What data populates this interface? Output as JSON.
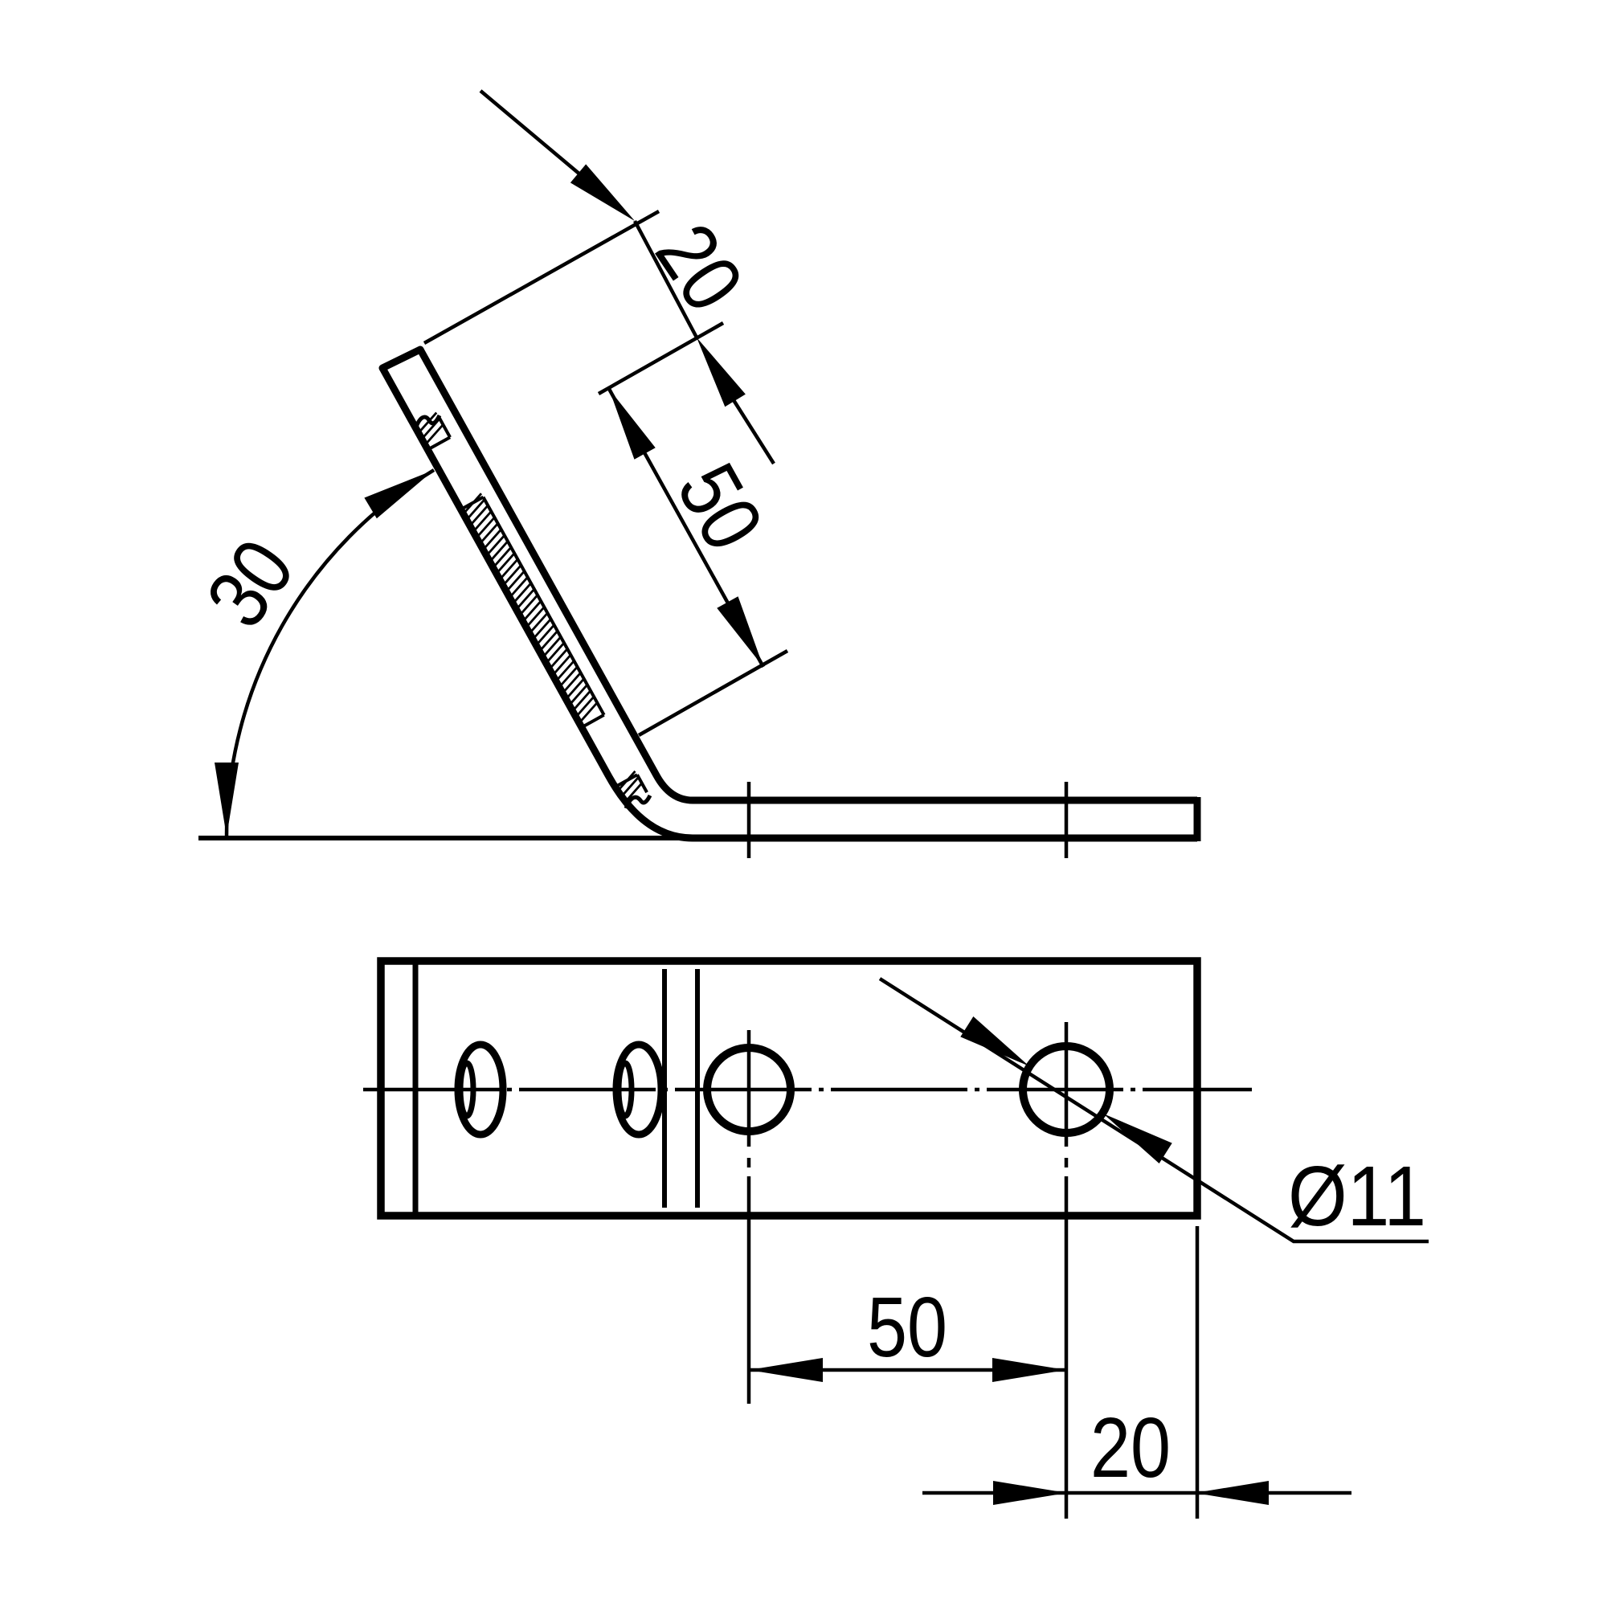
{
  "drawing": {
    "ink_color": "#000000",
    "background_color": "#ffffff",
    "side_view": {
      "angle_label": "30",
      "end_to_hole_label": "20",
      "hole_spacing_label": "50"
    },
    "plan_view": {
      "hole_spacing_label": "50",
      "hole_to_edge_label": "20",
      "hole_diameter_label": "Ø11"
    }
  }
}
